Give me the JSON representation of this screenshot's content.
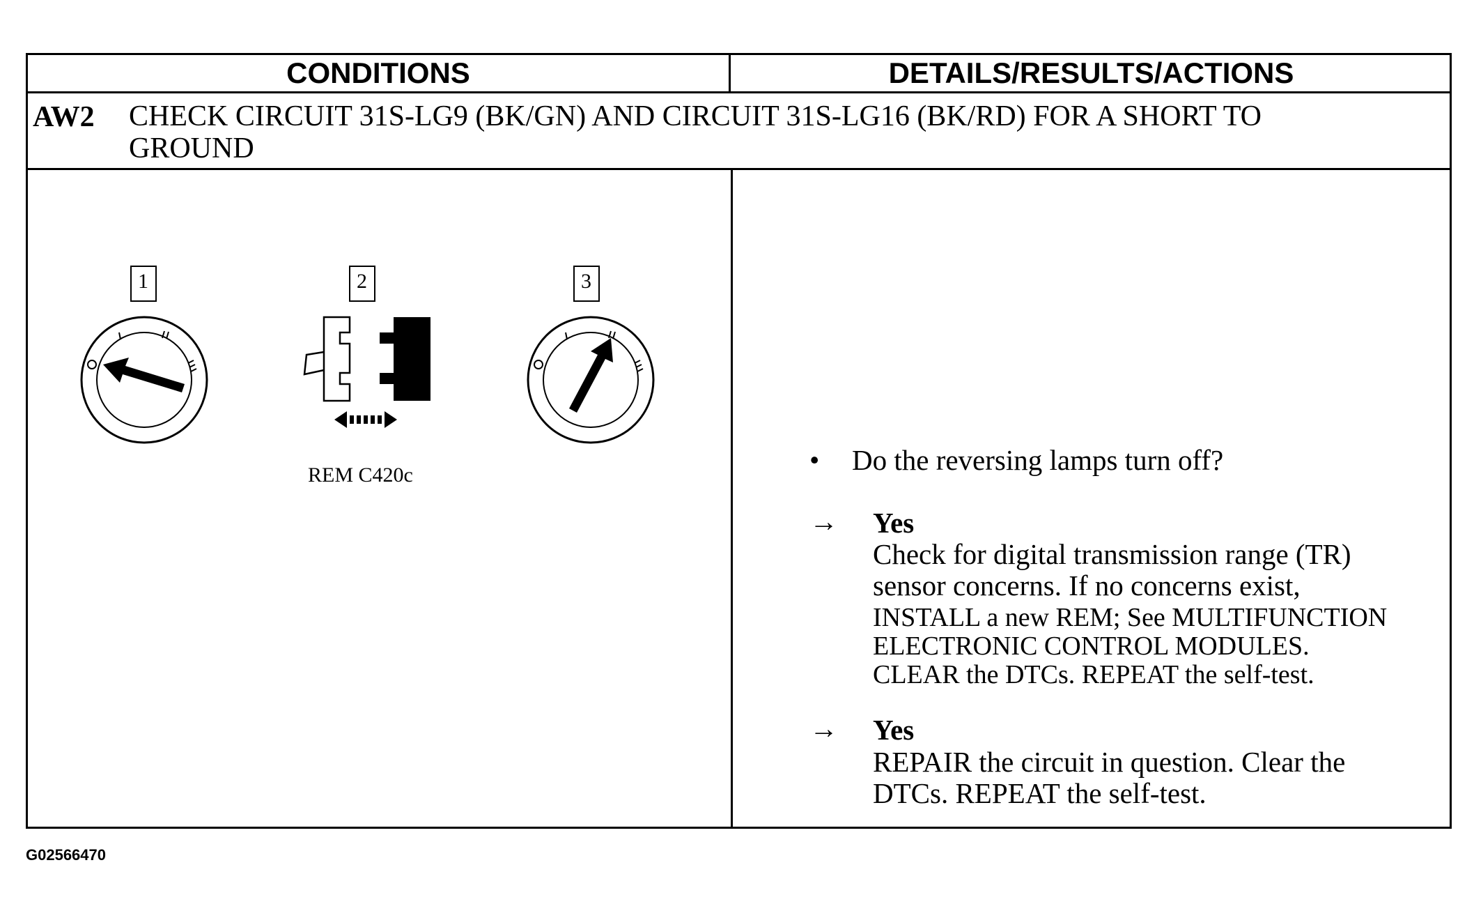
{
  "header": {
    "conditions": "CONDITIONS",
    "details": "DETAILS/RESULTS/ACTIONS"
  },
  "step": {
    "id": "AW2",
    "title_line1": "CHECK CIRCUIT 31S-LG9 (BK/GN) AND CIRCUIT 31S-LG16 (BK/RD) FOR A SHORT TO",
    "title_line2": "GROUND"
  },
  "figure": {
    "callouts": [
      "1",
      "2",
      "3"
    ],
    "switch_marks": [
      "0",
      "I",
      "II",
      "III"
    ],
    "connector_label": "REM C420c",
    "icons": [
      "ignition-switch-off-icon",
      "connector-disconnect-icon",
      "ignition-switch-run-icon"
    ]
  },
  "results": {
    "bullet": "•",
    "question": "Do the reversing lamps turn off?",
    "arrow": "→",
    "answer1": {
      "label": "Yes",
      "line1": "Check for digital transmission range (TR)",
      "line2": "sensor concerns. If no concerns exist,",
      "line3": "INSTALL a new REM; See MULTIFUNCTION",
      "line4": "ELECTRONIC CONTROL MODULES.",
      "line5": "CLEAR the DTCs. REPEAT the self-test."
    },
    "answer2": {
      "label": "Yes",
      "line1": "REPAIR the circuit in question. Clear the",
      "line2": "DTCs. REPEAT the self-test."
    }
  },
  "figure_id": "G02566470"
}
